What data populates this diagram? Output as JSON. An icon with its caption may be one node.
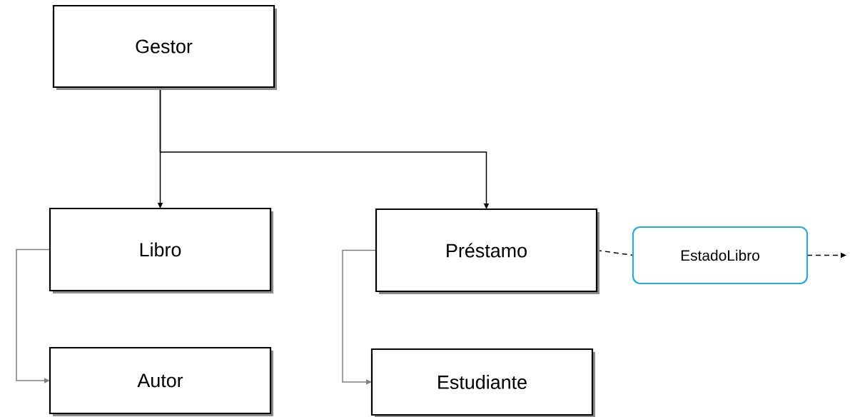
{
  "diagram": {
    "nodes": [
      {
        "text": [
          "Gestor"
        ]
      },
      {
        "text": [
          "Libro"
        ]
      },
      {
        "text": [
          "Préstamo"
        ]
      },
      {
        "text": [
          "Autor"
        ]
      },
      {
        "text": [
          "Estudiante"
        ]
      },
      {
        "text": [
          "EstadoLibro"
        ]
      }
    ],
    "edges": [
      {
        "from": 0,
        "to": 1,
        "arrow": "to"
      },
      {
        "from": 0,
        "to": 2,
        "arrow": "to"
      },
      {
        "from": 1,
        "to": 3,
        "arrow": "to",
        "color": "#808080"
      },
      {
        "from": 2,
        "to": 4,
        "arrow": "to",
        "color": "#808080"
      },
      {
        "from": 2,
        "to": 5,
        "arrow": "none",
        "style": "dashed"
      },
      {
        "from": 5,
        "to": null,
        "arrow": "to",
        "style": "dashed"
      }
    ]
  }
}
